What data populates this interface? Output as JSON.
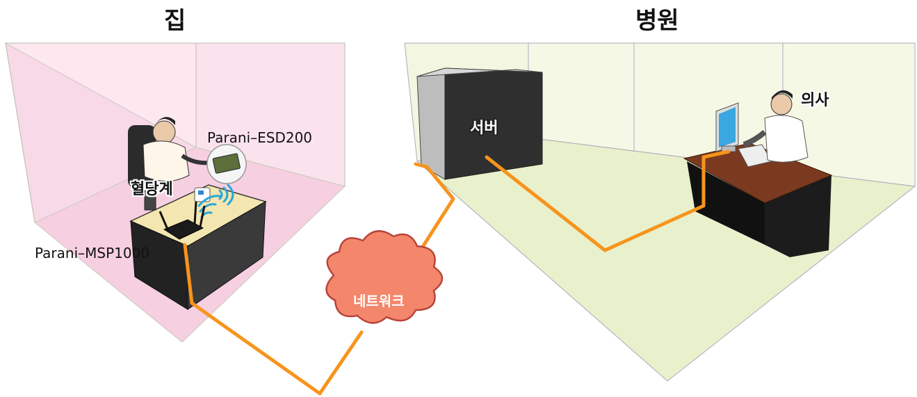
{
  "titles": {
    "home": "집",
    "hospital": "병원"
  },
  "labels": {
    "glucose_meter": "혈당계",
    "esd200": "Parani–ESD200",
    "msp1000": "Parani–MSP1000",
    "server": "서버",
    "doctor": "의사",
    "network": "네트워크"
  },
  "colors": {
    "home_room": "#f9dbe9",
    "hospital_room": "#eef3d6",
    "connection_line": "#f7941d",
    "cloud": "#f4866b",
    "wireless_waves": "#29a8d8"
  }
}
